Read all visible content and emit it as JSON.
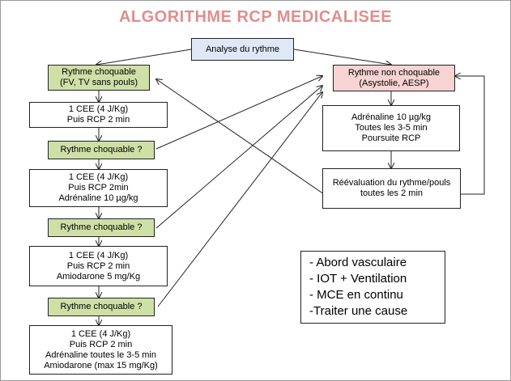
{
  "title": "ALGORITHME RCP MEDICALISEE",
  "analyse": "Analyse du rythme",
  "left": {
    "choquable": [
      "Rythme choquable",
      "(FV, TV sans pouls)"
    ],
    "step1": [
      "1 CEE (4 J/Kg)",
      "Puis RCP 2 min"
    ],
    "check1": "Rythme choquable ?",
    "step2": [
      "1 CEE (4 J/Kg)",
      "Puis RCP 2min",
      "Adrénaline 10 µg/kg"
    ],
    "check2": "Rythme choquable ?",
    "step3": [
      "1 CEE (4 J/Kg)",
      "Puis RCP 2 min",
      "Amiodarone 5 mg/Kg"
    ],
    "check3": "Rythme choquable ?",
    "step4": [
      "1 CEE (4 J/Kg)",
      "Puis RCP 2 min",
      "Adrénaline toutes le 3-5 min",
      "Amiodarone (max 15 mg/Kg)"
    ]
  },
  "right": {
    "non_choquable": [
      "Rythme non choquable",
      "(Asystolie, AESP)"
    ],
    "adrenaline": [
      "Adrénaline 10 µg/kg",
      "Toutes les 3-5 min",
      "Poursuite RCP"
    ],
    "reevaluation": [
      "Réévaluation du rythme/pouls",
      "toutes les 2 min"
    ]
  },
  "notes": [
    "- Abord vasculaire",
    "- IOT + Ventilation",
    "- MCE en continu",
    "-Traiter une cause"
  ],
  "colors": {
    "title": "#e28d8d",
    "green": "#cfe0a7",
    "blue": "#dfe8f6",
    "pink": "#f7d3d3"
  }
}
